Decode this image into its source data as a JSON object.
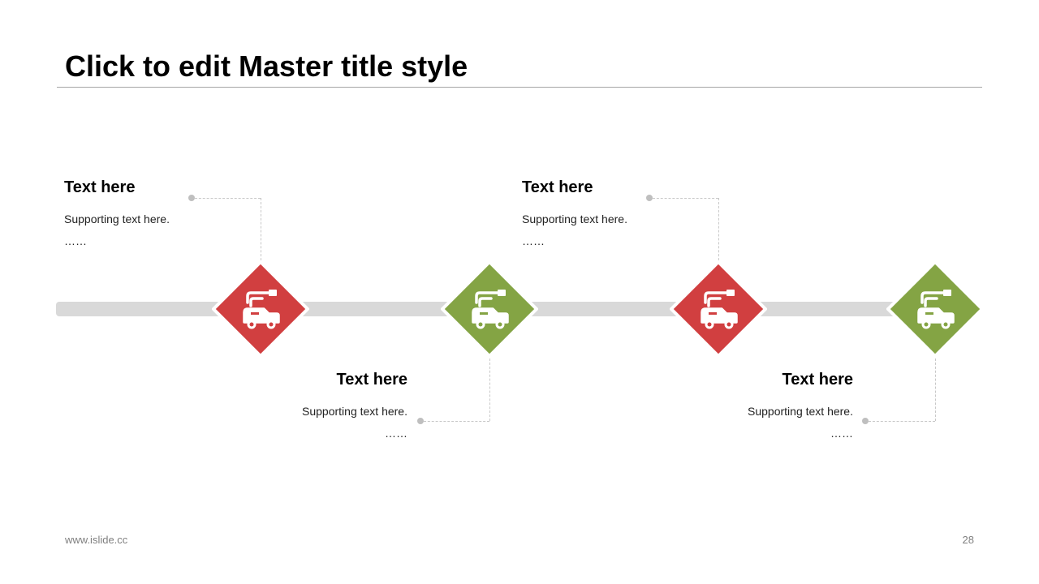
{
  "title": "Click to edit Master title style",
  "colors": {
    "red": "#d13f40",
    "green": "#84a444",
    "track": "#d9d9d9",
    "connector": "#c8c8c8"
  },
  "milestones": [
    {
      "heading": "Text here",
      "support": "Supporting text here.",
      "more": "……",
      "color": "red",
      "position": "top",
      "icon": "truck-crane-icon"
    },
    {
      "heading": "Text here",
      "support": "Supporting text here.",
      "more": "……",
      "color": "green",
      "position": "bottom",
      "icon": "truck-crane-icon"
    },
    {
      "heading": "Text here",
      "support": "Supporting text here.",
      "more": "……",
      "color": "red",
      "position": "top",
      "icon": "truck-crane-icon"
    },
    {
      "heading": "Text here",
      "support": "Supporting text here.",
      "more": "……",
      "color": "green",
      "position": "bottom",
      "icon": "truck-crane-icon"
    }
  ],
  "footer": {
    "website": "www.islide.cc",
    "page_number": "28"
  }
}
